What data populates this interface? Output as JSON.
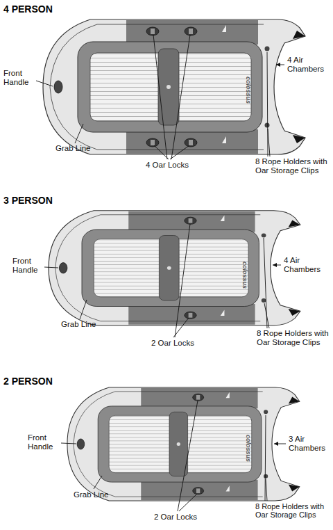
{
  "diagram": {
    "labels": [
      "4 PERSON",
      "Front Handle",
      "Grab Line",
      "4 Oar Locks",
      "4 Air Chambers",
      "8 Rope Holders with Oar Storage Clips",
      "colossus",
      "3 PERSON",
      "Front Handle",
      "Grab Line",
      "2 Oar Locks",
      "4 Air Chambers",
      "8 Rope Holders with Oar Storage Clips",
      "colossus",
      "2 PERSON",
      "Front Handle",
      "Grab Line",
      "2 Oar Locks",
      "3 Air Chambers",
      "8 Rope Holders with Oar Storage Clips",
      "colossus"
    ]
  }
}
